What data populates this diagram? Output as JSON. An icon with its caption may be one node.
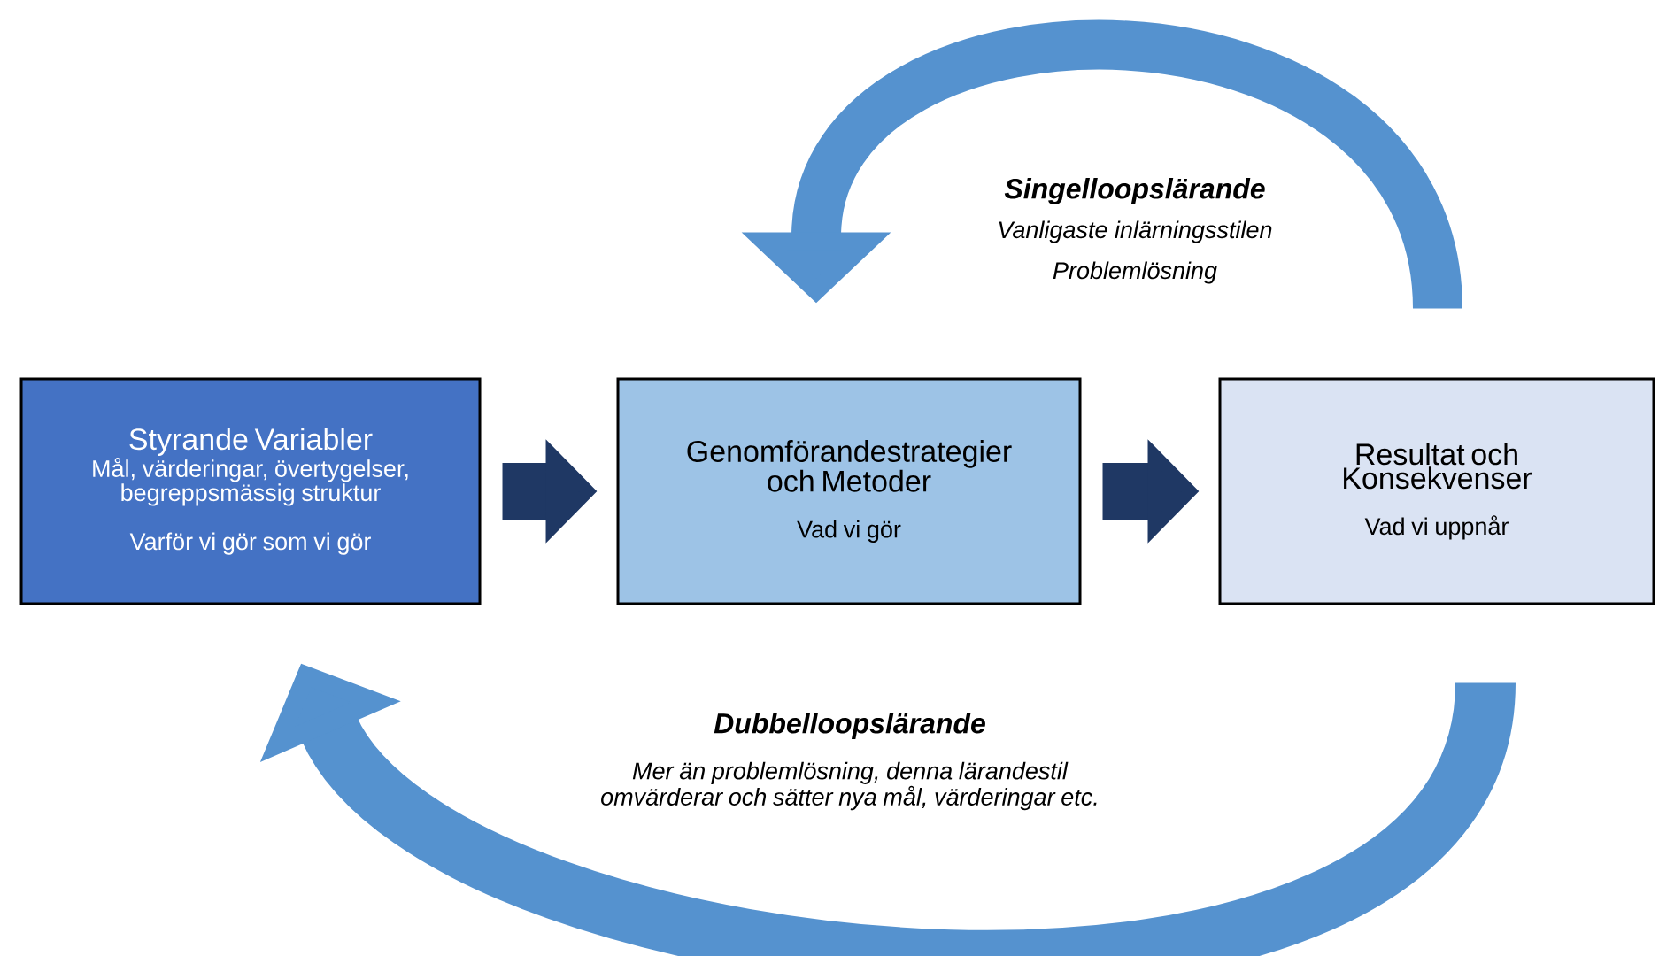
{
  "diagram": {
    "nodes": [
      {
        "text": [
          "Styrande Variabler",
          "Mål, värderingar, övertygelser, begreppsmässig struktur",
          "Varför vi gör som vi gör"
        ]
      },
      {
        "text": [
          "Genomförandestrategier och Metoder",
          "Vad vi gör"
        ]
      },
      {
        "text": [
          "Resultat och Konsekvenser",
          "Vad vi uppnår"
        ]
      }
    ],
    "edges": [
      {
        "from": 0,
        "to": 1,
        "arrow": "to",
        "color": "#1f3864"
      },
      {
        "from": 1,
        "to": 2,
        "arrow": "to",
        "color": "#1f3864"
      },
      {
        "from": 2,
        "to": 1,
        "arrow": "to",
        "color": "#5592cf"
      },
      {
        "from": 2,
        "to": 0,
        "arrow": "to",
        "color": "#5592cf"
      }
    ],
    "labels": [
      "Singelloopslärande",
      "Vanligaste inlärningsstilen",
      "Problemlösning",
      "Dubbelloopslärande",
      "Mer än problemlösning, denna lärandestil omvärderar och sätter nya mål, värderingar etc."
    ]
  }
}
